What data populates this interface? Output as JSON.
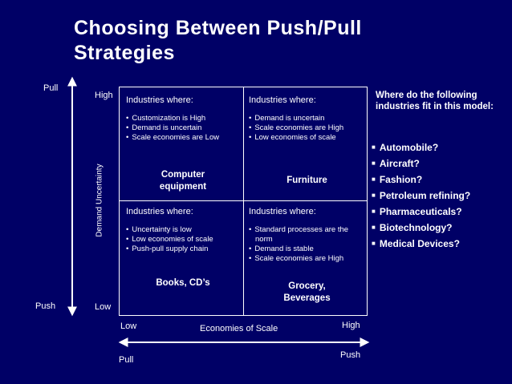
{
  "title_lines": [
    "Choosing Between Push/Pull",
    "Strategies"
  ],
  "left_axis": {
    "top_label": "Pull",
    "bottom_label": "Push",
    "high_label": "High",
    "low_label": "Low",
    "title": "Demand Uncertainty"
  },
  "bottom_axis": {
    "low_label": "Low",
    "high_label": "High",
    "title": "Economies of Scale",
    "left_label": "Pull",
    "right_label": "Push"
  },
  "quadrants": {
    "top_left": {
      "heading": "Industries where:",
      "bullets": [
        "Customization is High",
        "Demand is uncertain",
        "Scale economies are Low"
      ],
      "industry": [
        "Computer",
        "equipment"
      ]
    },
    "top_right": {
      "heading": "Industries where:",
      "bullets": [
        "Demand is uncertain",
        "Scale economies are High",
        "Low economies of scale"
      ],
      "industry": [
        "Furniture"
      ]
    },
    "bottom_left": {
      "heading": "Industries where:",
      "bullets": [
        "Uncertainty is low",
        "Low economies of scale",
        "Push-pull supply chain"
      ],
      "industry": [
        "Books, CD’s"
      ]
    },
    "bottom_right": {
      "heading": "Industries where:",
      "bullets": [
        "Standard processes are the norm",
        "Demand is stable",
        "Scale economies are High"
      ],
      "industry": [
        "Grocery,",
        "Beverages"
      ]
    }
  },
  "sidebar": {
    "question": "Where do the following industries fit in this model:",
    "items": [
      "Automobile?",
      "Aircraft?",
      "Fashion?",
      "Petroleum refining?",
      "Pharmaceuticals?",
      "Biotechnology?",
      "Medical Devices?"
    ]
  }
}
